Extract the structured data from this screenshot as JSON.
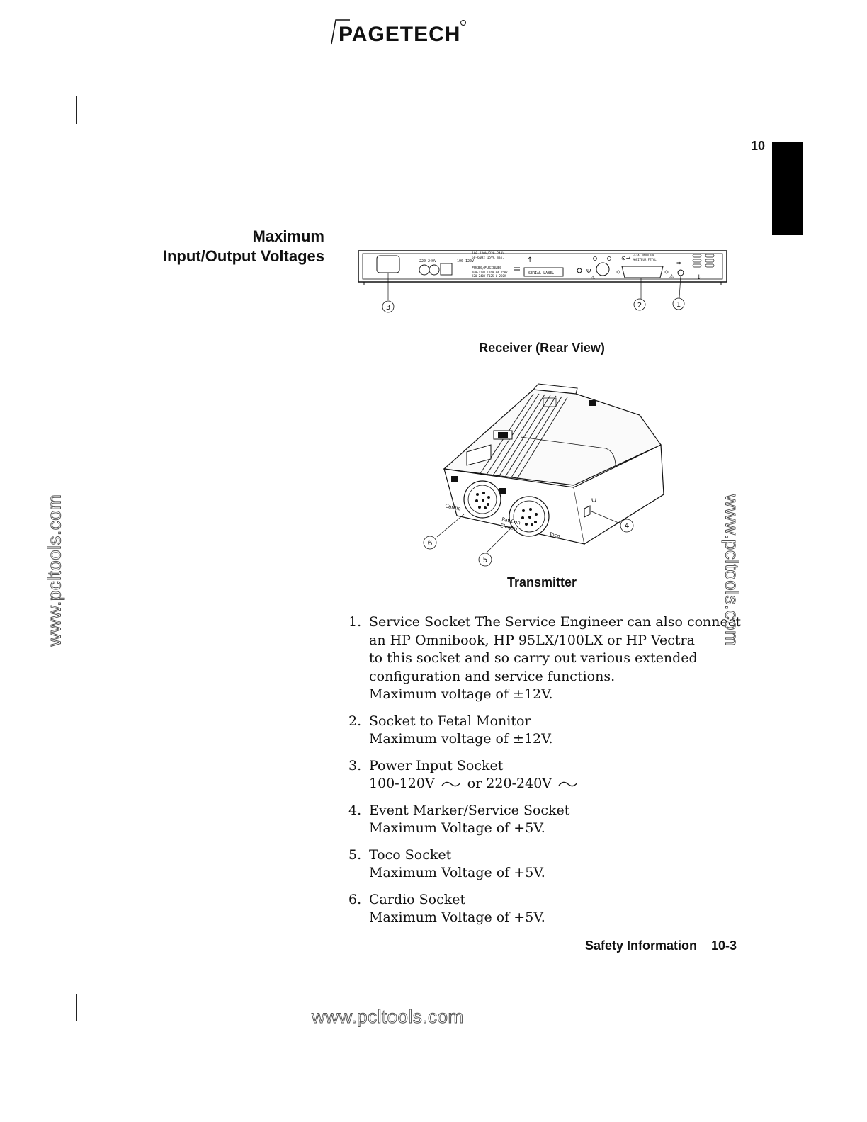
{
  "brand": {
    "logo_text": "PAGETECH"
  },
  "chapter": {
    "number": "10"
  },
  "section": {
    "title_line1": "Maximum",
    "title_line2": "Input/Output Voltages"
  },
  "figures": {
    "rear": {
      "caption": "Receiver (Rear View)",
      "labels": {
        "voltage_220": "220-240V",
        "voltage_100": "100-120V",
        "rating_line1": "100-120V/220-240V",
        "rating_line2": "50-60Hz 15VA max.",
        "fuses_title": "FUSES/FUSIBLES",
        "fuse_line1": "100-120V T160 mA 250V",
        "fuse_line2": "220-240V T125 L 250V",
        "serial": "SERIAL-LABEL",
        "fetal_line1": "FETAL MONITOR",
        "fetal_line2": "MONITEUR FETAL"
      },
      "callouts": [
        "1",
        "2",
        "3"
      ]
    },
    "transmitter": {
      "caption": "Transmitter",
      "labels": {
        "cardio": "Cardio",
        "pat_con": "Pat.Con.",
        "electro": "Electro",
        "toco": "Toco"
      },
      "callouts": [
        "4",
        "5",
        "6"
      ]
    }
  },
  "items": [
    {
      "num": "1.",
      "title": "Service Socket The Service Engineer can also connect",
      "lines": [
        "an HP Omnibook, HP 95LX/100LX or HP Vectra",
        "to this socket and so carry out various extended",
        "configuration and service functions.",
        "Maximum voltage of ±12V."
      ]
    },
    {
      "num": "2.",
      "title": "Socket to Fetal Monitor",
      "lines": [
        "Maximum voltage of ±12V."
      ]
    },
    {
      "num": "3.",
      "title": "Power Input Socket",
      "voltage_a": "100-120V",
      "or_text": "or",
      "voltage_b": "220-240V"
    },
    {
      "num": "4.",
      "title": "Event Marker/Service Socket",
      "lines": [
        "Maximum Voltage of +5V."
      ]
    },
    {
      "num": "5.",
      "title": "Toco Socket",
      "lines": [
        "Maximum Voltage of +5V."
      ]
    },
    {
      "num": "6.",
      "title": "Cardio Socket",
      "lines": [
        "Maximum Voltage of +5V."
      ]
    }
  ],
  "footer": {
    "section_name": "Safety Information",
    "page": "10-3"
  },
  "watermark": {
    "text": "www.pcltools.com"
  }
}
